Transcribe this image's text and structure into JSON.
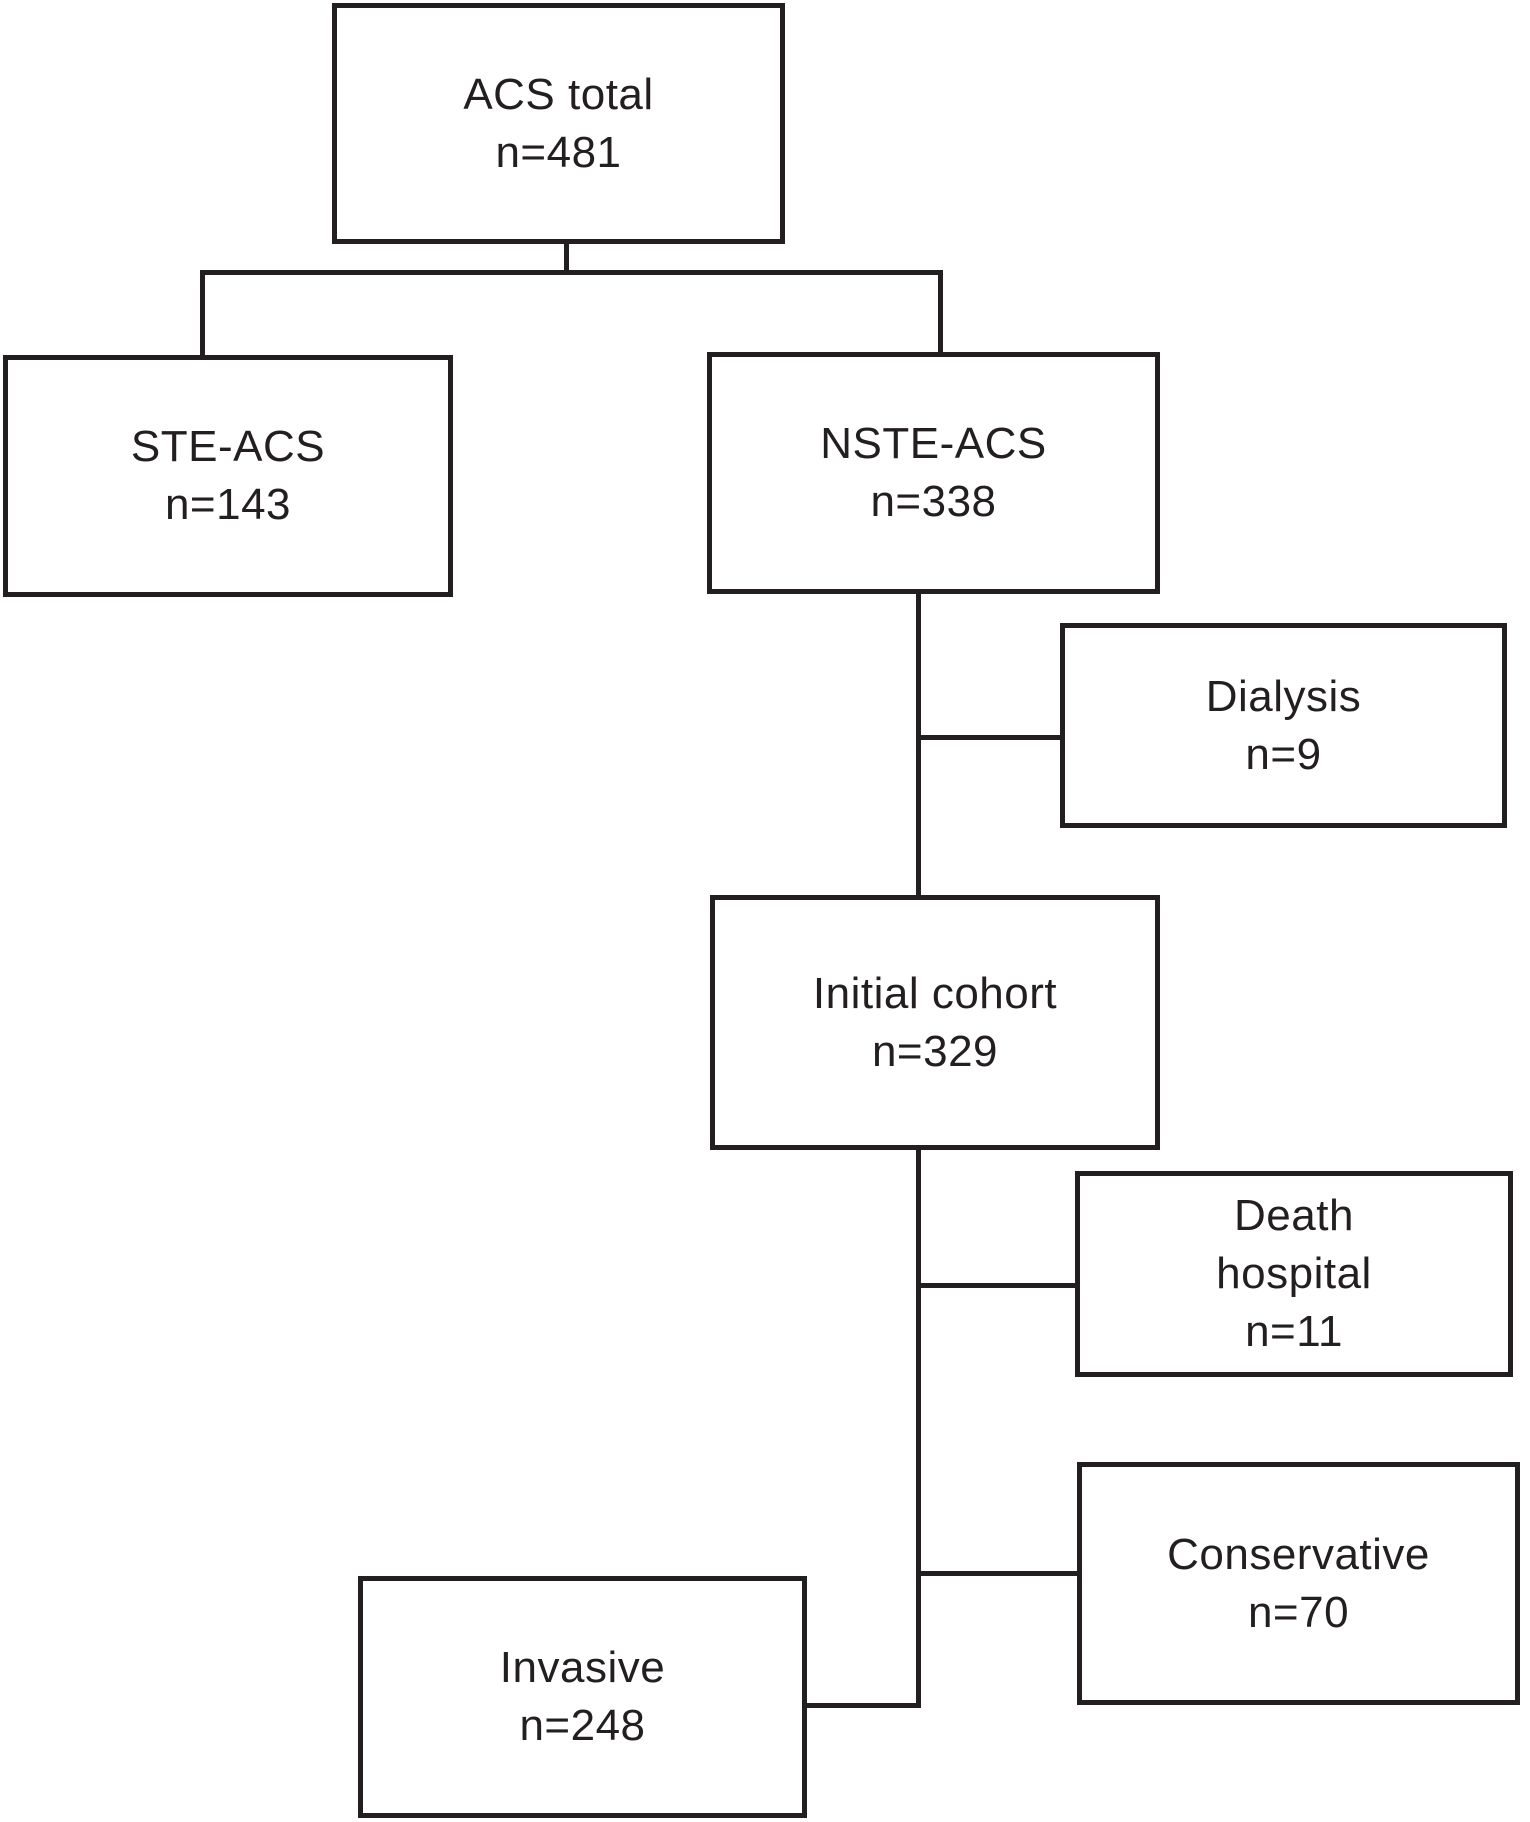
{
  "diagram": {
    "type": "flowchart",
    "description": "Patient flow chart of ACS cohort",
    "nodes": {
      "acs_total": {
        "lines": [
          "ACS total",
          "n=481"
        ]
      },
      "ste_acs": {
        "lines": [
          "STE-ACS",
          "n=143"
        ]
      },
      "nste_acs": {
        "lines": [
          "NSTE-ACS",
          "n=338"
        ]
      },
      "dialysis": {
        "lines": [
          "Dialysis",
          "n=9"
        ]
      },
      "initial_cohort": {
        "lines": [
          "Initial cohort",
          "n=329"
        ]
      },
      "death_hospital": {
        "lines": [
          "Death",
          "hospital",
          "n=11"
        ]
      },
      "conservative": {
        "lines": [
          "Conservative",
          "n=70"
        ]
      },
      "invasive": {
        "lines": [
          "Invasive",
          "n=248"
        ]
      }
    },
    "edges": [
      {
        "from": "ACS total",
        "to": "STE-ACS"
      },
      {
        "from": "ACS total",
        "to": "NSTE-ACS"
      },
      {
        "from": "NSTE-ACS",
        "to": "Dialysis"
      },
      {
        "from": "NSTE-ACS",
        "to": "Initial cohort"
      },
      {
        "from": "Initial cohort",
        "to": "Death hospital"
      },
      {
        "from": "Initial cohort",
        "to": "Conservative"
      },
      {
        "from": "Initial cohort",
        "to": "Invasive"
      }
    ],
    "colors": {
      "line": "#231f20",
      "box_fill": "#ffffff",
      "background": "#ffffff"
    }
  }
}
